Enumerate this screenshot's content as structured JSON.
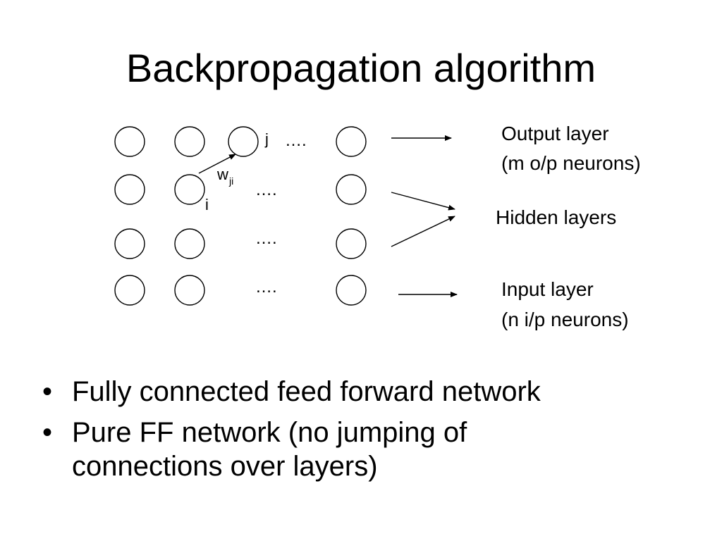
{
  "slide": {
    "title": "Backpropagation algorithm"
  },
  "diagram": {
    "dots": [
      "….",
      "….",
      "….",
      "…."
    ],
    "node_label_j": "j",
    "node_label_i": "i",
    "weight_label": {
      "base": "w",
      "subscript": "ji"
    },
    "labels": {
      "output_layer": [
        "Output layer",
        "(m o/p neurons)"
      ],
      "hidden_layers": "Hidden layers",
      "input_layer": [
        "Input layer",
        "(n i/p neurons)"
      ]
    }
  },
  "bullets": [
    {
      "marker": "•",
      "lines": [
        "Fully connected feed forward network"
      ]
    },
    {
      "marker": "•",
      "lines": [
        "Pure FF network (no jumping of",
        "connections over layers)"
      ]
    }
  ]
}
